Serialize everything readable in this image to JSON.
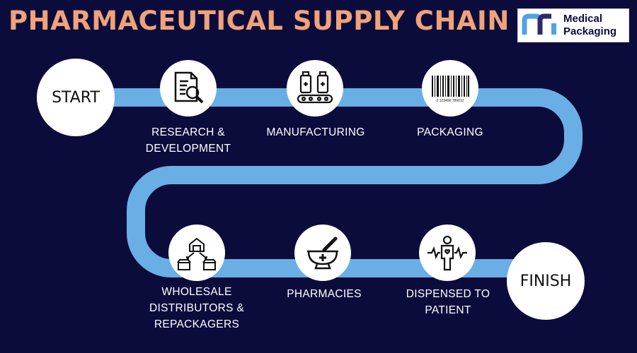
{
  "title": "PHARMACEUTICAL SUPPLY CHAIN",
  "logo": {
    "line1": "Medical",
    "line2": "Packaging"
  },
  "start": "START",
  "finish": "FINISH",
  "steps": [
    {
      "label": "RESEARCH &\nDEVELOPMENT",
      "icon": "document-magnifier-icon"
    },
    {
      "label": "MANUFACTURING",
      "icon": "conveyor-bottles-icon"
    },
    {
      "label": "PACKAGING",
      "icon": "barcode-icon"
    },
    {
      "label": "WHOLESALE\nDISTRIBUTORS &\nREPACKAGERS",
      "icon": "warehouse-stores-icon"
    },
    {
      "label": "PHARMACIES",
      "icon": "mortar-pestle-icon"
    },
    {
      "label": "DISPENSED TO\nPATIENT",
      "icon": "patient-heartbeat-icon"
    }
  ],
  "barcode_digits": "0 123456 789012",
  "colors": {
    "background": "#0c0c3c",
    "title": "#f0a27a",
    "road": "#6aaee6"
  }
}
